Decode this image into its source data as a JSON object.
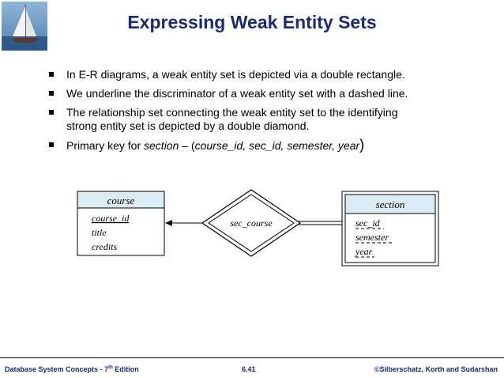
{
  "slide": {
    "title": "Expressing Weak Entity Sets",
    "bullets": [
      "In E-R diagrams, a weak entity set is depicted via a double rectangle.",
      "We underline the discriminator of a weak entity set  with a dashed line.",
      "The relationship set connecting the  weak entity set to the identifying",
      "strong entity set is depicted by a double diamond.",
      "Primary key for ",
      "section",
      " – (",
      "course_id, sec_id, semester, year",
      ")"
    ]
  },
  "diagram": {
    "strong_entity": {
      "name": "course",
      "attributes": [
        "course_id",
        "title",
        "credits"
      ]
    },
    "relationship": {
      "name": "sec_course"
    },
    "weak_entity": {
      "name": "section",
      "attributes": [
        "sec_id",
        "semester",
        "year"
      ]
    }
  },
  "footer": {
    "book": "Database System Concepts - 7",
    "edition_sup": "th",
    "edition": " Edition",
    "page": "6.41",
    "copyright": "©Silberschatz, Korth and Sudarshan"
  },
  "colors": {
    "title": "#1a2a78",
    "entity_header": "#dcecf4",
    "footer": "#1a2a78"
  }
}
